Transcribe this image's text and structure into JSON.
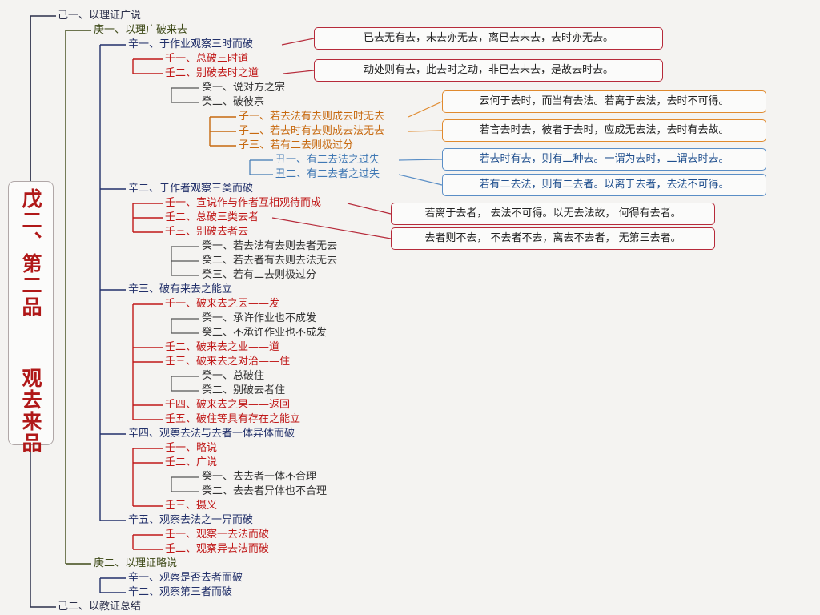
{
  "title": "戊二、第二品  观去来品",
  "nodes": {
    "n1": "己一、以理证广说",
    "n2": "庚一、以理广破来去",
    "n3": "辛一、于作业观察三时而破",
    "n4": "壬一、总破三时道",
    "n5": "壬二、别破去时之道",
    "n6": "癸一、说对方之宗",
    "n7": "癸二、破彼宗",
    "n8": "子一、若去法有去则成去时无去",
    "n9": "子二、若去时有去则成去法无去",
    "n10": "子三、若有二去则极过分",
    "n11": "丑一、有二去法之过失",
    "n12": "丑二、有二去者之过失",
    "n13": "辛二、于作者观察三类而破",
    "n14": "壬一、宣说作与作者互相观待而成",
    "n15": "壬二、总破三类去者",
    "n16": "壬三、别破去者去",
    "n17": "癸一、若去法有去则去者无去",
    "n18": "癸二、若去者有去则去法无去",
    "n19": "癸三、若有二去则极过分",
    "n20": "辛三、破有来去之能立",
    "n21": "壬一、破来去之因——发",
    "n22": "癸一、承许作业也不成发",
    "n23": "癸二、不承许作业也不成发",
    "n24": "壬二、破来去之业——道",
    "n25": "壬三、破来去之对治——住",
    "n26": "癸一、总破住",
    "n27": "癸二、别破去者住",
    "n28": "壬四、破来去之果——返回",
    "n29": "壬五、破住等具有存在之能立",
    "n30": "辛四、观察去法与去者一体异体而破",
    "n31": "壬一、略说",
    "n32": "壬二、广说",
    "n33": "癸一、去去者一体不合理",
    "n34": "癸二、去去者异体也不合理",
    "n35": "壬三、摄义",
    "n36": "辛五、观察去法之一异而破",
    "n37": "壬一、观察一去法而破",
    "n38": "壬二、观察异去法而破",
    "n39": "庚二、以理证略说",
    "n40": "辛一、观察是否去者而破",
    "n41": "辛二、观察第三者而破",
    "n42": "己二、以教证总结"
  },
  "boxes": {
    "b1": "已去无有去，未去亦无去，离已去未去，去时亦无去。",
    "b2": "动处则有去，此去时之动，非已去未去，是故去时去。",
    "b3": "云何于去时，而当有去法。若离于去法，去时不可得。",
    "b4": "若言去时去，彼者于去时，应成无去法，去时有去故。",
    "b5": "若去时有去，则有二种去。一谓为去时，二谓去时去。",
    "b6": "若有二去法，则有二去者。以离于去者，去法不可得。",
    "b7": "若离于去者， 去法不可得。以无去法故， 何得有去者。",
    "b8": "去者则不去， 不去者不去，离去不去者， 无第三去者。"
  },
  "colors": {
    "navy": "#2b2f4a",
    "green": "#3e4a18",
    "blue": "#22306a",
    "red": "#c01818",
    "orange": "#c7690f",
    "light_blue": "#3f78b4",
    "title_red": "#b01818"
  }
}
